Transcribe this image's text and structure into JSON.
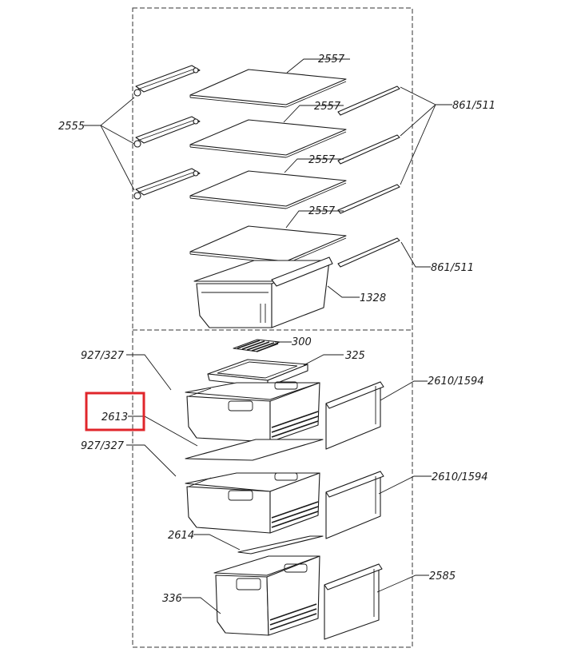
{
  "diagram": {
    "labels": {
      "shelf_1": "2557",
      "shelf_2": "2557",
      "shelf_3": "2557",
      "shelf_4": "2557",
      "shelf_trim": "2555",
      "rail_upper": "861/511",
      "rail_lower": "861/511",
      "upper_drawer": "1328",
      "insert_300": "300",
      "tray_325": "325",
      "drawer_1": "927/327",
      "drawer_2": "927/327",
      "front_1": "2610/1594",
      "front_2": "2610/1594",
      "glass_2613": "2613",
      "glass_2614": "2614",
      "bottom_drawer": "336",
      "bottom_front": "2585"
    },
    "highlight": {
      "label": "2613",
      "color": "#e0262b"
    },
    "line_color": "#1a1a1a"
  }
}
